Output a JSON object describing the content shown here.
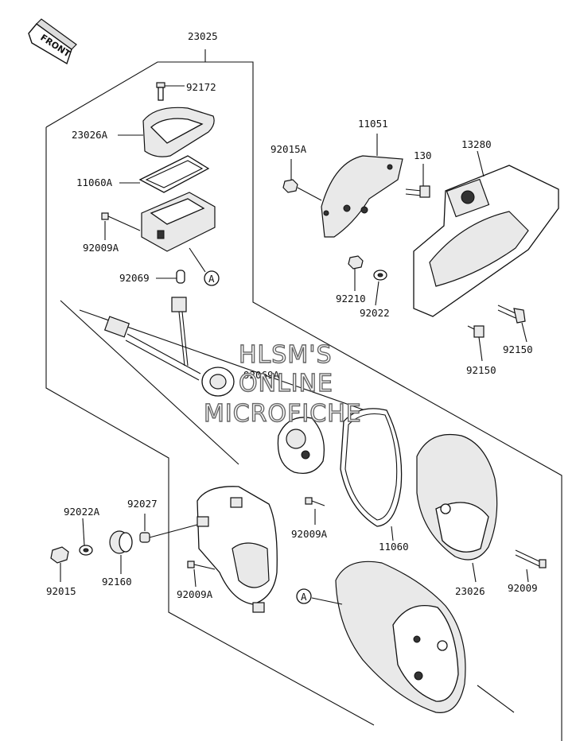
{
  "front_label": "FRONT",
  "watermark": {
    "line1": "HLSM'S",
    "line2": "ONLINE",
    "line3": "MICROFICHE"
  },
  "ref_marker": "A",
  "parts": {
    "p23025": "23025",
    "p92172": "92172",
    "p23026A": "23026A",
    "p11060A": "11060A",
    "p92009A_top": "92009A",
    "p92069": "92069",
    "p92069A": "92069A",
    "p11051": "11051",
    "p92015A": "92015A",
    "p130": "130",
    "p13280": "13280",
    "p92210": "92210",
    "p92022": "92022",
    "p92150_a": "92150",
    "p92150_b": "92150",
    "p92009A_mid": "92009A",
    "p11060": "11060",
    "p23026": "23026",
    "p92009": "92009",
    "p92027": "92027",
    "p92022A": "92022A",
    "p92160": "92160",
    "p92015": "92015",
    "p92009A_low": "92009A"
  }
}
